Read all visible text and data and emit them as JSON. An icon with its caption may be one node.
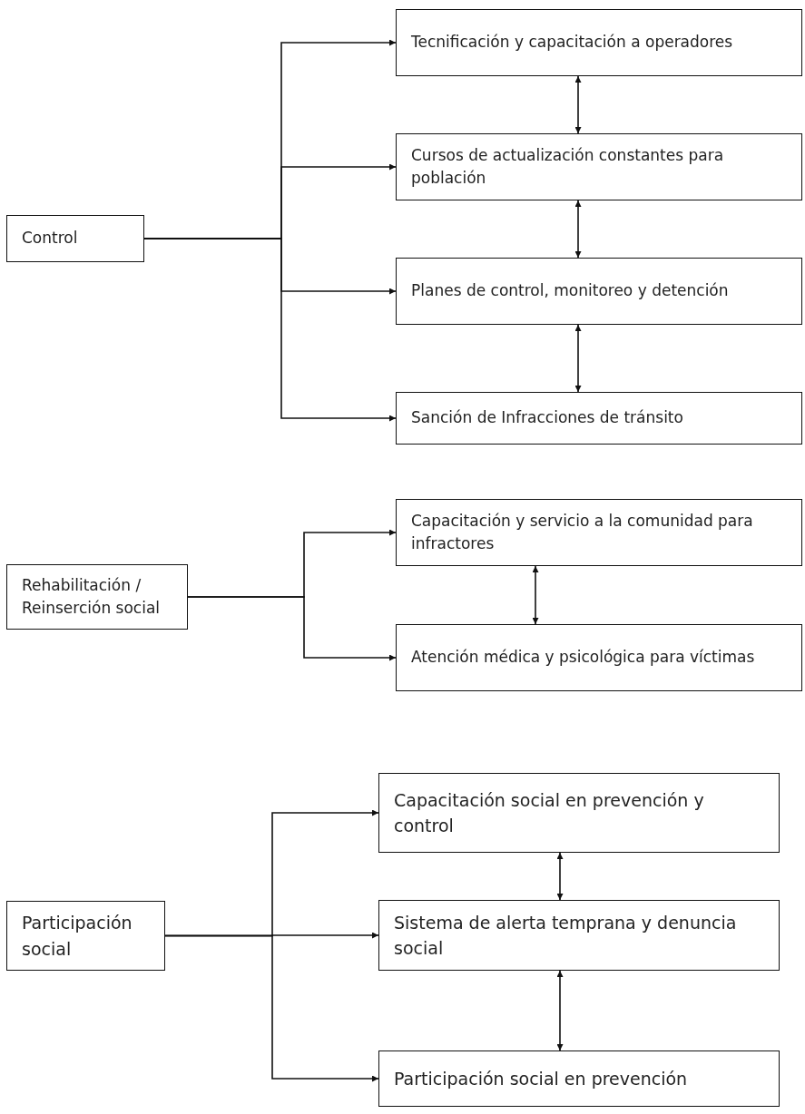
{
  "diagram": {
    "nodes": [
      {
        "text": [
          "Control"
        ]
      },
      {
        "text": [
          "Tecnificación y capacitación a operadores"
        ]
      },
      {
        "text": [
          "Cursos de actualización constantes para población"
        ]
      },
      {
        "text": [
          "Planes de control, monitoreo y detención"
        ]
      },
      {
        "text": [
          "Sanción de Infracciones de tránsito"
        ]
      },
      {
        "text": [
          "Rehabilitación / Reinserción social"
        ]
      },
      {
        "text": [
          "Capacitación y servicio a la comunidad para infractores"
        ]
      },
      {
        "text": [
          "Atención médica y  psicológica para víctimas"
        ]
      },
      {
        "text": [
          "Participación social"
        ]
      },
      {
        "text": [
          "Capacitación social en prevención y control"
        ]
      },
      {
        "text": [
          "Sistema de alerta temprana y denuncia social"
        ]
      },
      {
        "text": [
          "Participación social en prevención"
        ]
      }
    ],
    "edges": [
      {
        "from": 0,
        "to": 1,
        "arrow": "to"
      },
      {
        "from": 0,
        "to": 2,
        "arrow": "to"
      },
      {
        "from": 0,
        "to": 3,
        "arrow": "to"
      },
      {
        "from": 0,
        "to": 4,
        "arrow": "to"
      },
      {
        "from": 1,
        "to": 2,
        "arrow": "both"
      },
      {
        "from": 2,
        "to": 3,
        "arrow": "both"
      },
      {
        "from": 3,
        "to": 4,
        "arrow": "both"
      },
      {
        "from": 5,
        "to": 6,
        "arrow": "to"
      },
      {
        "from": 5,
        "to": 7,
        "arrow": "to"
      },
      {
        "from": 6,
        "to": 7,
        "arrow": "both"
      },
      {
        "from": 8,
        "to": 9,
        "arrow": "to"
      },
      {
        "from": 8,
        "to": 10,
        "arrow": "to"
      },
      {
        "from": 8,
        "to": 11,
        "arrow": "to"
      },
      {
        "from": 9,
        "to": 10,
        "arrow": "both"
      },
      {
        "from": 10,
        "to": 11,
        "arrow": "both"
      }
    ]
  }
}
